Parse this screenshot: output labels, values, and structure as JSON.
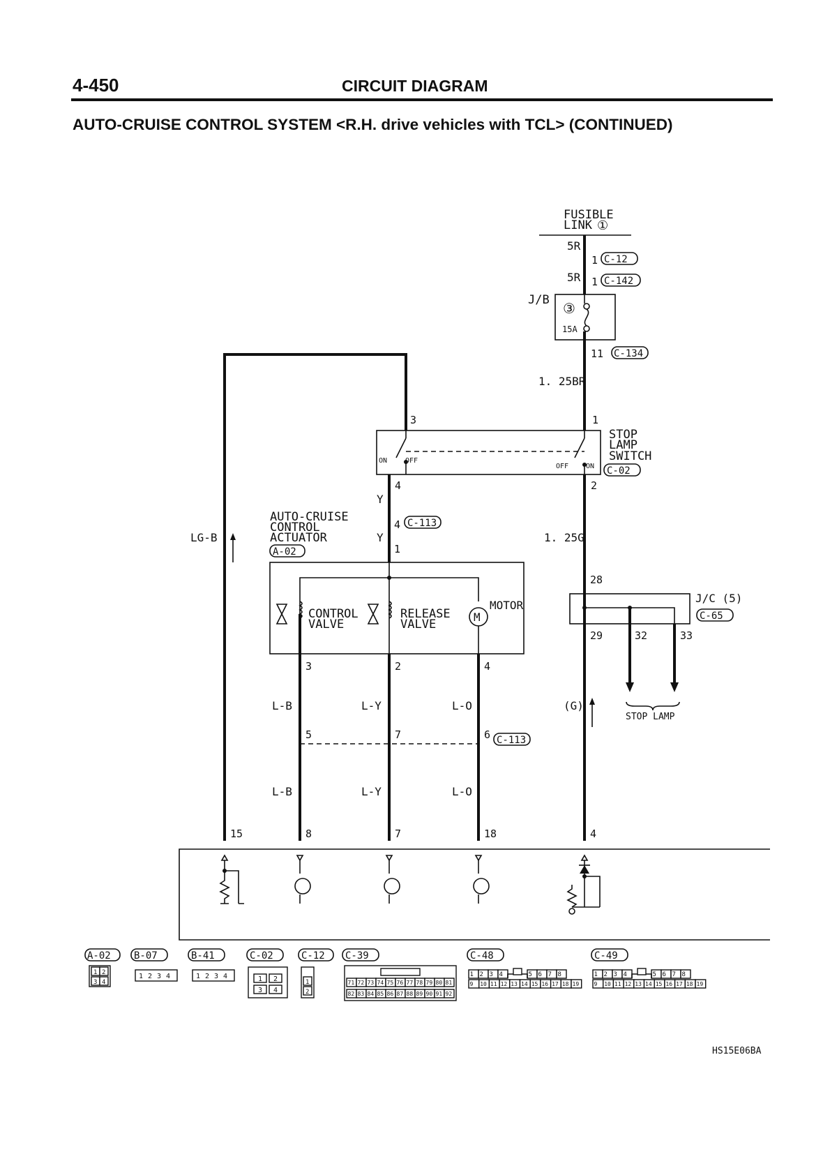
{
  "header": {
    "page_number": "4-450",
    "section": "CIRCUIT DIAGRAM",
    "title": "AUTO-CRUISE CONTROL SYSTEM <R.H. drive vehicles with TCL> (CONTINUED)"
  },
  "fusible_link": {
    "line1": "FUSIBLE",
    "line2": "LINK",
    "num": "①"
  },
  "wires": {
    "w5r_a": "5R",
    "w5r_b": "5R",
    "w125br": "1. 25BR",
    "wy_a": "Y",
    "wy_b": "Y",
    "wlgb": "LG-B",
    "w125g": "1. 25G",
    "wg": "(G)",
    "wlb_a": "L-B",
    "wlb_b": "L-B",
    "wly_a": "L-Y",
    "wly_b": "L-Y",
    "wlo_a": "L-O",
    "wlo_b": "L-O"
  },
  "connectors": {
    "c12": "C-12",
    "c142": "C-142",
    "c134": "C-134",
    "c02": "C-02",
    "c113_a": "C-113",
    "c113_b": "C-113",
    "a02": "A-02",
    "c65": "C-65"
  },
  "pins": {
    "p1_c12": "1",
    "p1_c142": "1",
    "p11": "11",
    "p3_sw": "3",
    "p1_sw": "1",
    "p4_sw": "4",
    "p2_sw": "2",
    "p4_c113": "4",
    "p1_act": "1",
    "p28": "28",
    "p29": "29",
    "p32": "32",
    "p33": "33",
    "p3_act": "3",
    "p2_act": "2",
    "p4_act": "4",
    "p5": "5",
    "p7": "7",
    "p6": "6",
    "p15": "15",
    "p8": "8",
    "p7_ecu": "7",
    "p18": "18",
    "p4_ecu": "4"
  },
  "jb": {
    "label": "J/B",
    "fuse_num": "③",
    "fuse_amp": "15A"
  },
  "stop_lamp_switch": {
    "line1": "STOP",
    "line2": "LAMP",
    "line3": "SWITCH",
    "on_left": "ON",
    "off_left": "OFF",
    "off_right": "OFF",
    "on_right": "ON"
  },
  "actuator": {
    "line1": "AUTO-CRUISE",
    "line2": "CONTROL",
    "line3": "ACTUATOR",
    "control_valve_1": "CONTROL",
    "control_valve_2": "VALVE",
    "release_valve_1": "RELEASE",
    "release_valve_2": "VALVE",
    "motor": "MOTOR",
    "motor_symbol": "M"
  },
  "jc": {
    "label": "J/C (5)"
  },
  "stop_lamp": "STOP LAMP",
  "connector_views": [
    {
      "id": "A-02",
      "pins": [
        "1",
        "2",
        "3",
        "4"
      ]
    },
    {
      "id": "B-07",
      "pins": [
        "1",
        "2",
        "3",
        "4"
      ]
    },
    {
      "id": "B-41",
      "pins": [
        "1",
        "2",
        "3",
        "4"
      ]
    },
    {
      "id": "C-02",
      "pins": [
        "1",
        "2",
        "3",
        "4"
      ]
    },
    {
      "id": "C-12",
      "pins": [
        "1",
        "2"
      ]
    },
    {
      "id": "C-39",
      "row1": [
        "71",
        "72",
        "73",
        "74",
        "75",
        "76",
        "77",
        "78",
        "79",
        "80",
        "81"
      ],
      "row2": [
        "82",
        "83",
        "84",
        "85",
        "86",
        "87",
        "88",
        "89",
        "90",
        "91",
        "92"
      ]
    },
    {
      "id": "C-48",
      "row1": [
        "1",
        "2",
        "3",
        "4",
        "5",
        "6",
        "7",
        "8"
      ],
      "row2": [
        "9",
        "10",
        "11",
        "12",
        "13",
        "14",
        "15",
        "16",
        "17",
        "18",
        "19"
      ]
    },
    {
      "id": "C-49",
      "row1": [
        "1",
        "2",
        "3",
        "4",
        "5",
        "6",
        "7",
        "8"
      ],
      "row2": [
        "9",
        "10",
        "11",
        "12",
        "13",
        "14",
        "15",
        "16",
        "17",
        "18",
        "19"
      ]
    }
  ],
  "code": "HS15E06BA",
  "icons": [
    "valve-icon",
    "motor-icon",
    "transistor-icon",
    "diode-icon",
    "resistor-icon",
    "ground-icon",
    "arrow-up-icon",
    "arrow-down-icon"
  ]
}
